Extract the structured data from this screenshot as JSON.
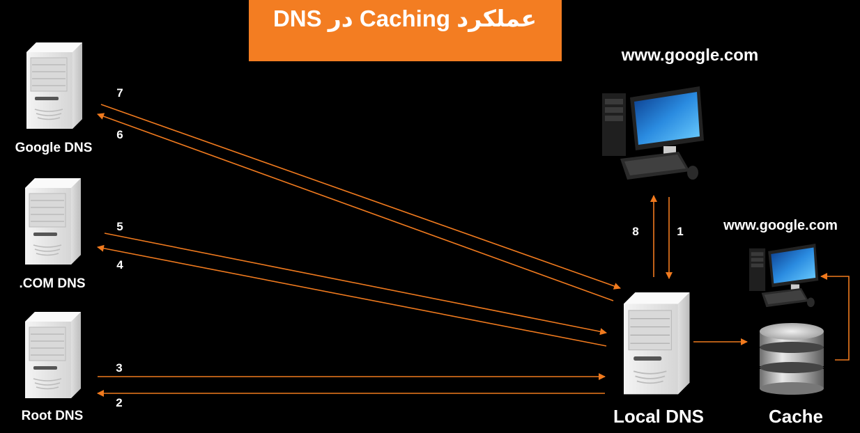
{
  "title": "عملکرد Caching در DNS",
  "colors": {
    "accent": "#f37d22",
    "background": "#000000",
    "arrow": "#f07a1e"
  },
  "nodes": {
    "google_dns": "Google DNS",
    "com_dns": ".COM DNS",
    "root_dns": "Root DNS",
    "local_dns": "Local DNS",
    "cache": "Cache",
    "client_label": "www.google.com",
    "cached_client_label": "www.google.com"
  },
  "steps": {
    "s1": "1",
    "s2": "2",
    "s3": "3",
    "s4": "4",
    "s5": "5",
    "s6": "6",
    "s7": "7",
    "s8": "8"
  }
}
